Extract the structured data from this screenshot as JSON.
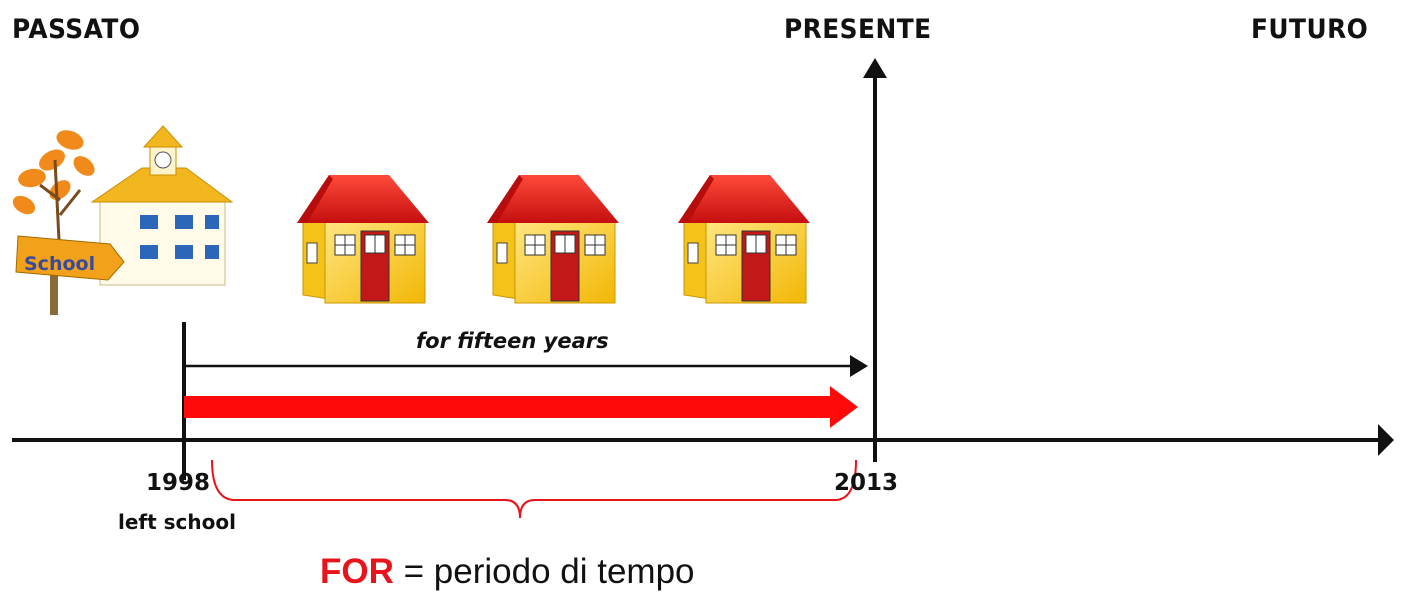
{
  "headers": {
    "past": "PASSATO",
    "present": "PRESENTE",
    "future": "FUTURO"
  },
  "school_sign": "School",
  "duration_label": "for fifteen years",
  "start": {
    "year": "1998",
    "event": "left school"
  },
  "end": {
    "year": "2013"
  },
  "caption": {
    "keyword": "FOR",
    "rest": " = periodo di tempo"
  },
  "colors": {
    "accent": "#e8141c",
    "ink": "#111111",
    "roof": "#e21b1b",
    "wall": "#ffd84a"
  },
  "icons": [
    "school-building-icon",
    "house-icon",
    "house-icon",
    "house-icon"
  ]
}
